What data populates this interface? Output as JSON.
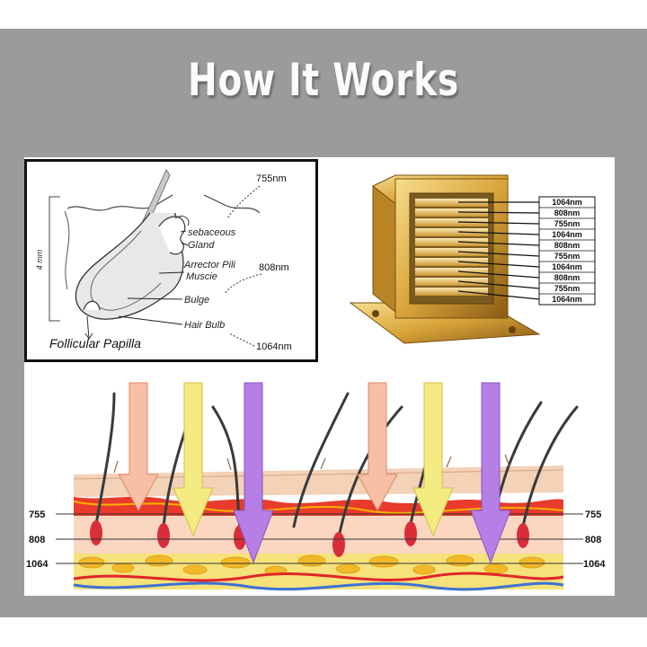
{
  "title": "How It Works",
  "follicle": {
    "labels": {
      "sebaceous": "sebaceous",
      "gland": "Gland",
      "arrector_pili": "Arrector Pili",
      "muscle": "Muscie",
      "bulge": "Bulge",
      "hair_bulb": "Hair Bulb",
      "papilla": "Follicular Papilla",
      "depth": "4 mm"
    },
    "wavelengths": [
      "755nm",
      "808nm",
      "1064nm"
    ]
  },
  "handpiece": {
    "bars": [
      "1064nm",
      "808nm",
      "755nm",
      "1064nm",
      "808nm",
      "755nm",
      "1064nm",
      "808nm",
      "755nm",
      "1064nm"
    ]
  },
  "skin": {
    "left_labels": [
      "755",
      "808",
      "1064"
    ],
    "right_labels": [
      "755",
      "808",
      "1064"
    ]
  },
  "colors": {
    "arrow_755": "#f7bfa5",
    "arrow_808": "#f3ea82",
    "arrow_1064": "#b57fe6",
    "gold": "#d9a53a"
  }
}
